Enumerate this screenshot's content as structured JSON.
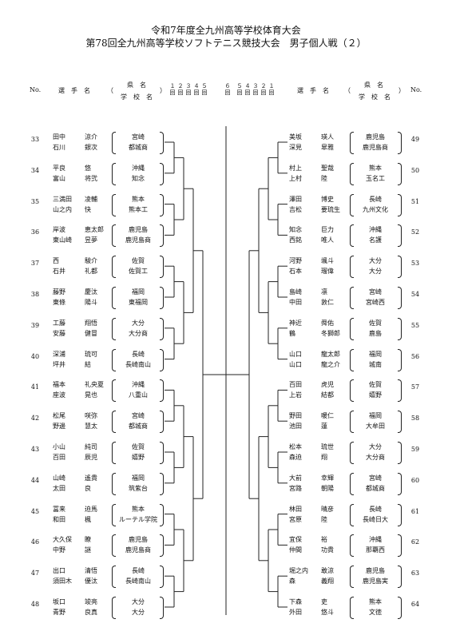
{
  "title_line1": "令和7年度全九州高等学校体育大会",
  "title_line2": "第78回全九州高等学校ソフトテニス競技大会　男子個人戦（２）",
  "header": {
    "no_left": "No.",
    "player_name": "選　手　名",
    "prefecture": "県　名",
    "school": "学　校　名",
    "paren_open": "（",
    "paren_close": "）",
    "no_right": "No."
  },
  "rounds_left": [
    "１回",
    "２回",
    "３回",
    "４回",
    "５回",
    "６回"
  ],
  "rounds_right": [
    "５回",
    "４回",
    "３回",
    "２回",
    "１回"
  ],
  "left_entries": [
    {
      "no": "33",
      "p1": "田中",
      "p2": "石川",
      "g1": "涼介",
      "g2": "銀次",
      "pref": "宮崎",
      "school": "都城商"
    },
    {
      "no": "34",
      "p1": "平良",
      "p2": "富山",
      "g1": "悠",
      "g2": "将弐",
      "pref": "沖縄",
      "school": "知念"
    },
    {
      "no": "35",
      "p1": "三満田",
      "p2": "山之内",
      "g1": "凌輔",
      "g2": "快",
      "pref": "熊本",
      "school": "熊本工"
    },
    {
      "no": "36",
      "p1": "岸波",
      "p2": "東山崎",
      "g1": "恵太郎",
      "g2": "昱夢",
      "pref": "鹿児島",
      "school": "鹿児島商"
    },
    {
      "no": "37",
      "p1": "西",
      "p2": "石井",
      "g1": "駿介",
      "g2": "礼都",
      "pref": "佐賀",
      "school": "佐賀工"
    },
    {
      "no": "38",
      "p1": "藤野",
      "p2": "東條",
      "g1": "慶汰",
      "g2": "陽斗",
      "pref": "福岡",
      "school": "東福岡"
    },
    {
      "no": "39",
      "p1": "工藤",
      "p2": "安藤",
      "g1": "翔悟",
      "g2": "健冒",
      "pref": "大分",
      "school": "大分商"
    },
    {
      "no": "40",
      "p1": "深浦",
      "p2": "坪井",
      "g1": "琉可",
      "g2": "結",
      "pref": "長崎",
      "school": "長崎南山"
    },
    {
      "no": "41",
      "p1": "福本",
      "p2": "座波",
      "g1": "礼央夏",
      "g2": "晃也",
      "pref": "沖縄",
      "school": "八重山"
    },
    {
      "no": "42",
      "p1": "松尾",
      "p2": "野邊",
      "g1": "咲弥",
      "g2": "慧太",
      "pref": "宮崎",
      "school": "都城商"
    },
    {
      "no": "43",
      "p1": "小山",
      "p2": "百田",
      "g1": "純司",
      "g2": "辰児",
      "pref": "佐賀",
      "school": "嬉野"
    },
    {
      "no": "44",
      "p1": "山崎",
      "p2": "太田",
      "g1": "遙貴",
      "g2": "良",
      "pref": "福岡",
      "school": "筑紫台"
    },
    {
      "no": "45",
      "p1": "冨来",
      "p2": "和田",
      "g1": "迫馬",
      "g2": "楓",
      "pref": "熊本",
      "school": "ルーテル学院"
    },
    {
      "no": "46",
      "p1": "大久保",
      "p2": "中野",
      "g1": "瞭",
      "g2": "謎",
      "pref": "鹿児島",
      "school": "鹿児島商"
    },
    {
      "no": "47",
      "p1": "出口",
      "p2": "須田木",
      "g1": "清悟",
      "g2": "優汰",
      "pref": "長崎",
      "school": "長崎南山"
    },
    {
      "no": "48",
      "p1": "坂口",
      "p2": "青野",
      "g1": "竣亮",
      "g2": "良真",
      "pref": "大分",
      "school": "大分"
    }
  ],
  "right_entries": [
    {
      "no": "49",
      "p1": "美坂",
      "p2": "深見",
      "g1": "瑛人",
      "g2": "皐雅",
      "pref": "鹿児島",
      "school": "鹿児島商"
    },
    {
      "no": "50",
      "p1": "村上",
      "p2": "上村",
      "g1": "聖哉",
      "g2": "陸",
      "pref": "熊本",
      "school": "玉名工"
    },
    {
      "no": "51",
      "p1": "澤田",
      "p2": "吉松",
      "g1": "博史",
      "g2": "要琉生",
      "pref": "長崎",
      "school": "九州文化"
    },
    {
      "no": "52",
      "p1": "知念",
      "p2": "西銘",
      "g1": "巨力",
      "g2": "唯人",
      "pref": "沖縄",
      "school": "名護"
    },
    {
      "no": "53",
      "p1": "河野",
      "p2": "石本",
      "g1": "颯斗",
      "g2": "瑠偉",
      "pref": "大分",
      "school": "大分"
    },
    {
      "no": "54",
      "p1": "島崎",
      "p2": "中田",
      "g1": "凛",
      "g2": "敦仁",
      "pref": "宮崎",
      "school": "宮崎西"
    },
    {
      "no": "55",
      "p1": "神近",
      "p2": "鶴",
      "g1": "舜佑",
      "g2": "冬獅郎",
      "pref": "佐賀",
      "school": "鹿島"
    },
    {
      "no": "56",
      "p1": "山口",
      "p2": "山口",
      "g1": "龍太郎",
      "g2": "龍之介",
      "pref": "福岡",
      "school": "城南"
    },
    {
      "no": "57",
      "p1": "百田",
      "p2": "上岩",
      "g1": "虎児",
      "g2": "結都",
      "pref": "佐賀",
      "school": "嬉野"
    },
    {
      "no": "58",
      "p1": "野田",
      "p2": "池田",
      "g1": "暖仁",
      "g2": "蓮",
      "pref": "福岡",
      "school": "大牟田"
    },
    {
      "no": "59",
      "p1": "松本",
      "p2": "森迫",
      "g1": "琉世",
      "g2": "翔",
      "pref": "大分",
      "school": "大分商"
    },
    {
      "no": "60",
      "p1": "大前",
      "p2": "宮路",
      "g1": "幸輝",
      "g2": "朝陽",
      "pref": "宮崎",
      "school": "都城商"
    },
    {
      "no": "61",
      "p1": "林田",
      "p2": "宮原",
      "g1": "晴彦",
      "g2": "陸",
      "pref": "長崎",
      "school": "長崎日大"
    },
    {
      "no": "62",
      "p1": "宜保",
      "p2": "仲間",
      "g1": "裕",
      "g2": "功貴",
      "pref": "沖縄",
      "school": "那覇西"
    },
    {
      "no": "63",
      "p1": "堀之内",
      "p2": "森",
      "g1": "敢涼",
      "g2": "義翔",
      "pref": "鹿児島",
      "school": "鹿児島実"
    },
    {
      "no": "64",
      "p1": "下森",
      "p2": "外田",
      "g1": "吏",
      "g2": "悠斗",
      "pref": "熊本",
      "school": "文徳"
    }
  ]
}
